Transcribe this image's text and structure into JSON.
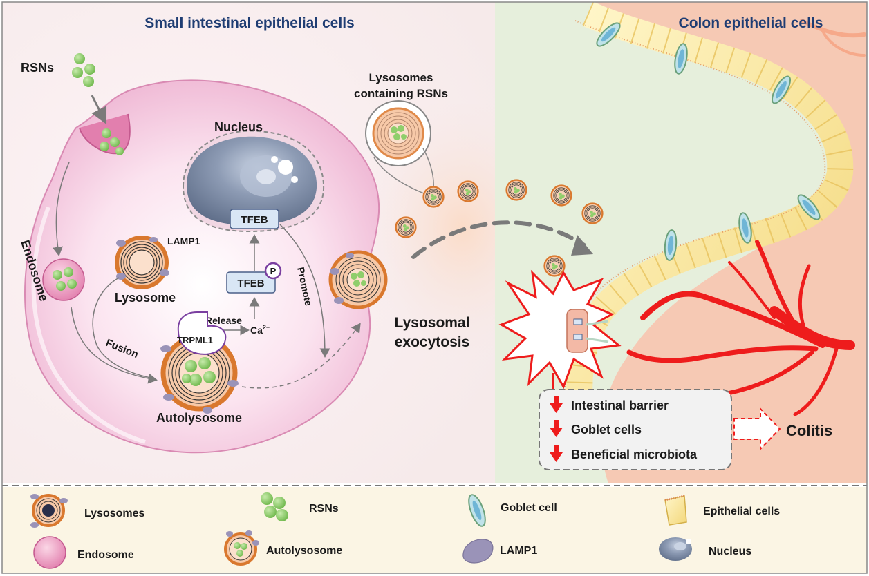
{
  "left_panel": {
    "title": "Small intestinal epithelial cells"
  },
  "right_panel": {
    "title": "Colon epithelial cells"
  },
  "labels": {
    "rsns": "RSNs",
    "nucleus": "Nucleus",
    "tfeb_top": "TFEB",
    "tfeb_p": "TFEB",
    "p_badge": "P",
    "lamp1": "LAMP1",
    "lysosome": "Lysosome",
    "endosome": "Endosome",
    "fusion": "Fusion",
    "release": "Release",
    "ca_base": "Ca",
    "ca_sup": "2+",
    "trpml1": "TRPML1",
    "autolysosome": "Autolysosome",
    "promote": "Promote",
    "lysosomes_containing_1": "Lysosomes",
    "lysosomes_containing_2": "containing RSNs",
    "exocytosis_1": "Lysosomal",
    "exocytosis_2": "exocytosis",
    "outcomes": [
      "Intestinal barrier",
      "Goblet cells",
      "Beneficial microbiota"
    ],
    "colitis": "Colitis"
  },
  "legend": [
    {
      "label": "Lysosomes"
    },
    {
      "label": "RSNs"
    },
    {
      "label": "Goblet cell"
    },
    {
      "label": "Epithelial cells"
    },
    {
      "label": "Endosome"
    },
    {
      "label": "Autolysosome"
    },
    {
      "label": "LAMP1"
    },
    {
      "label": "Nucleus"
    }
  ],
  "colors": {
    "title_blue": "#1f3d73",
    "cell_pink": "#f0bcd6",
    "cell_edge": "#d98ab3",
    "nucleus": "#7f8ea8",
    "lysosome_ring": "#d9782e",
    "rsn_green": "#8fce6b",
    "lamp1": "#9a93b8",
    "right_bg": "#e6efdc",
    "tissue": "#f6c9b4",
    "blood_red": "#ee1c1c",
    "legend_bg": "#fbf5e4"
  }
}
